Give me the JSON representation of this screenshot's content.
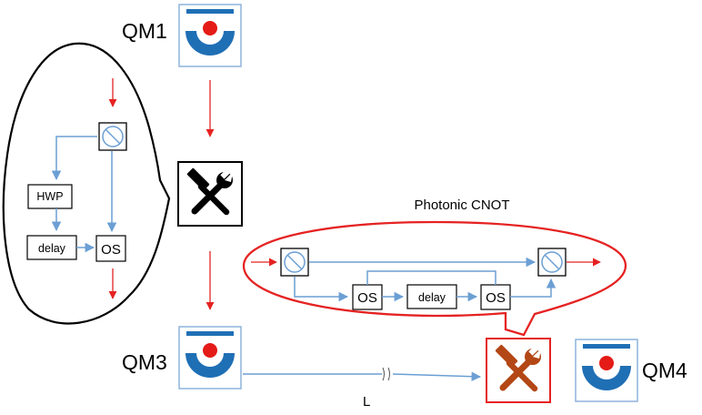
{
  "labels": {
    "qm1": "QM1",
    "qm3": "QM3",
    "qm4": "QM4",
    "photonic_cnot": "Photonic CNOT",
    "distance": "L"
  },
  "boxes": {
    "hwp": "HWP",
    "delay_left": "delay",
    "os_left": "OS",
    "os_cnot_1": "OS",
    "delay_cnot": "delay",
    "os_cnot_2": "OS"
  },
  "icons": {
    "memory": "quantum-memory-icon",
    "tools": "hammer-wrench-icon",
    "beam_splitter": "polarizing-beam-splitter-icon"
  },
  "colors": {
    "memory_blue": "#1f6fb5",
    "memory_red": "#e41b17",
    "line_blue": "#6b9fd4",
    "arrow_red": "#e52222",
    "tools_orange": "#b34715"
  }
}
